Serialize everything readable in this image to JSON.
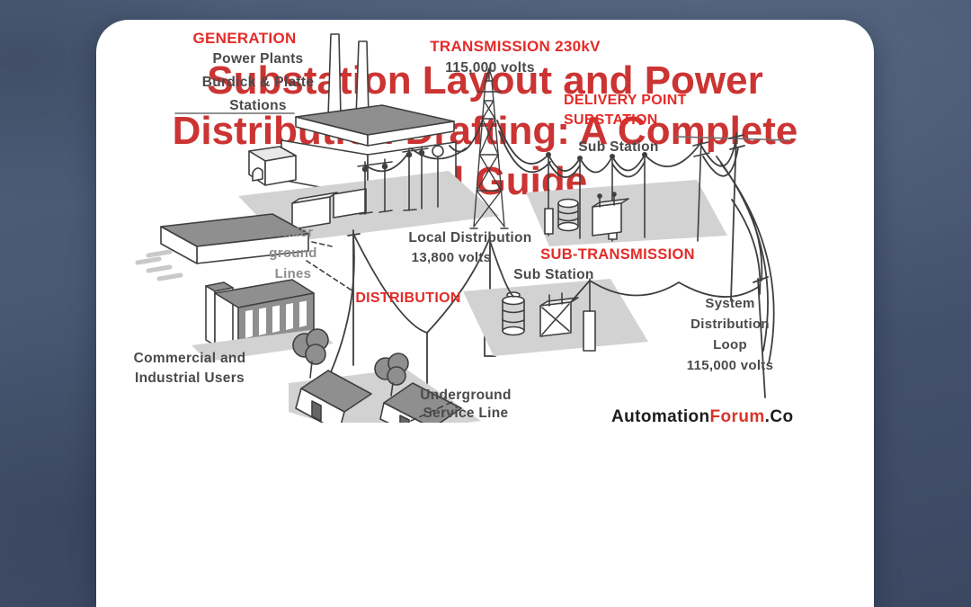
{
  "colors": {
    "background_blue": "#465672",
    "card_white": "#ffffff",
    "diagram_label_red": "#e42b28",
    "diagram_label_dark": "#4a4a4a",
    "diagram_label_gray": "#8d8d8d",
    "title_red": "#cb3433"
  },
  "hero": {
    "title": "Substation Layout and Power Distribution Drafting: A Complete Skill Guide"
  },
  "diagram": {
    "labels": {
      "generation": "GENERATION",
      "generation_sub": "Power Plants\nBurdick & Platte\nStations",
      "transmission": "TRANSMISSION 230kV",
      "transmission_volts": "115,000 volts",
      "delivery_point": "DELIVERY POINT\nSUBSTATION",
      "substation_top": "Sub Station",
      "underground_lines": "Under\nground\nLines",
      "local_distribution": "Local Distribution",
      "local_distribution_volts": "13,800 volts",
      "distribution": "DISTRIBUTION",
      "sub_transmission": "SUB-TRANSMISSION",
      "substation_lower": "Sub Station",
      "system_loop": "System\nDistribution\nLoop\n115,000 volts",
      "commercial_users": "Commercial and\nIndustrial Users",
      "underground_service": "Underground\nService Line",
      "watermark_part1": "Automation",
      "watermark_part2": "Forum",
      "watermark_part3": ".Co"
    }
  }
}
